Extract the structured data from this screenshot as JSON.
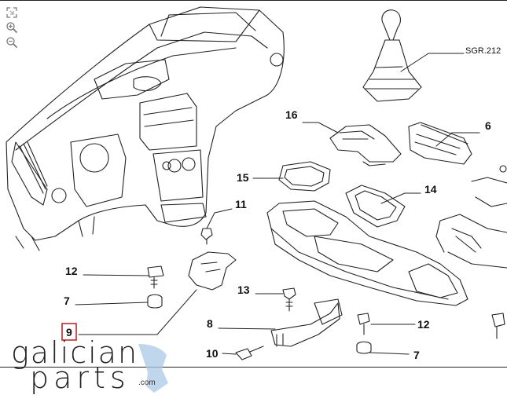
{
  "toolbar": {
    "fit_icon": "fit-to-screen-icon",
    "zoom_in_icon": "zoom-in-icon",
    "zoom_out_icon": "zoom-out-icon"
  },
  "callouts": {
    "c1": "SGR.212",
    "c2": "16",
    "c3": "6",
    "c4": "15",
    "c5": "14",
    "c6": "11",
    "c7": "12",
    "c8": "7",
    "c9": "13",
    "c10": "9",
    "c11": "8",
    "c12": "12",
    "c13": "10",
    "c14": "7"
  },
  "logo": {
    "line1": "galician",
    "line2": "parts",
    "suffix": ".com"
  },
  "colors": {
    "highlight_box": "#c0282d",
    "logo_accent": "#a9c8e6"
  }
}
